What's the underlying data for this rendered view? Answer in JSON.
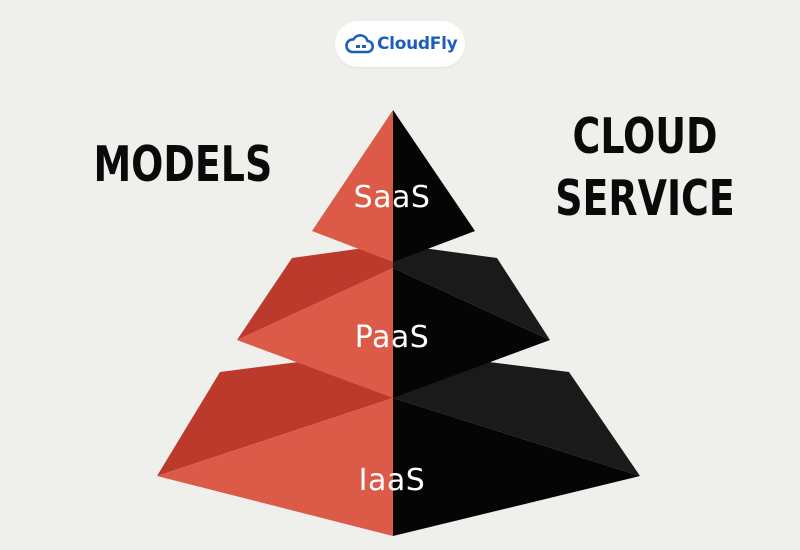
{
  "logo": {
    "text": "CloudFly",
    "icon": "cloud-icon",
    "color": "#1c5fb8"
  },
  "headings": {
    "left": "MODELS",
    "right_line1": "CLOUD",
    "right_line2": "SERVICE"
  },
  "pyramid": {
    "tiers": [
      {
        "label": "SaaS"
      },
      {
        "label": "PaaS"
      },
      {
        "label": "IaaS"
      }
    ],
    "colors": {
      "light_face": "#dc5a48",
      "dark_face": "#050505",
      "ledge": "#bc3a2c",
      "ledge_dark": "#a32e22"
    }
  }
}
